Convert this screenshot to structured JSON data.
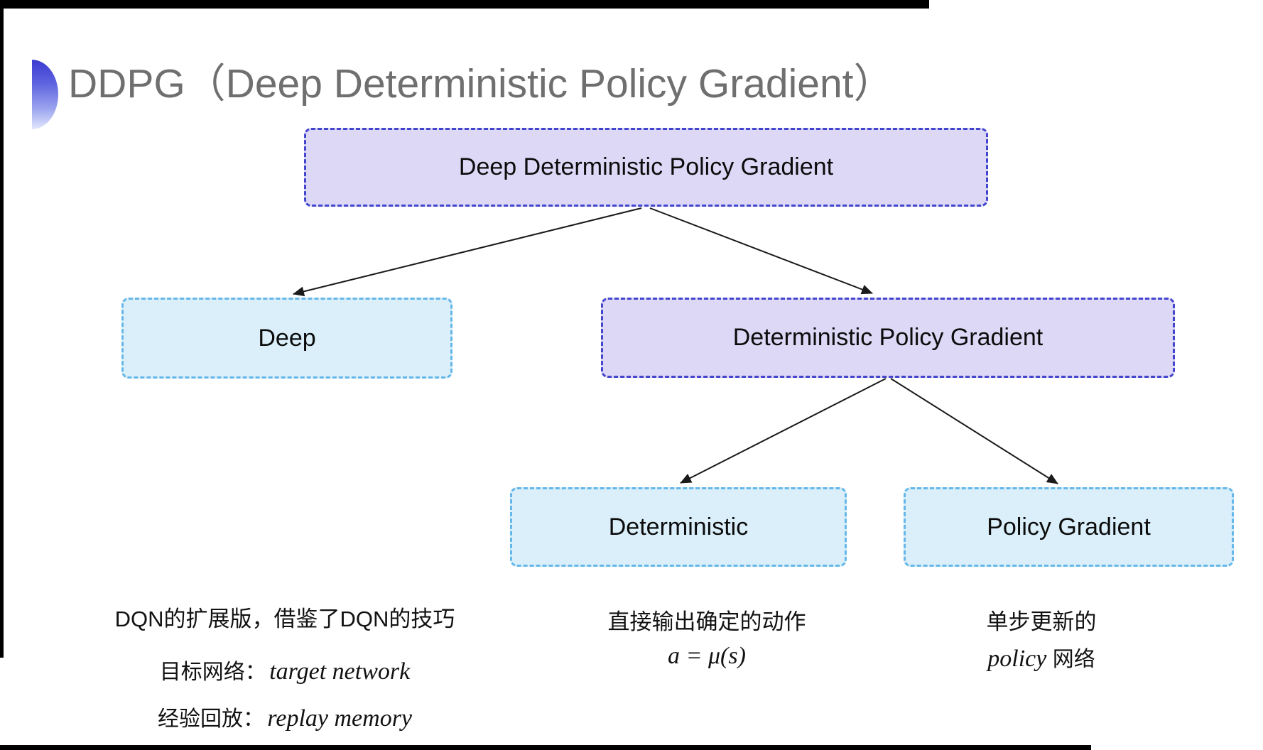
{
  "title": {
    "text": "DDPG（Deep Deterministic Policy Gradient）",
    "bullet_icon": "half-circle-gradient"
  },
  "colors": {
    "purple_fill": "#dcd8f5",
    "purple_border": "#4345cd",
    "cyan_fill": "#daeffa",
    "cyan_border": "#64b7e8",
    "title_gray": "#6f6f6f",
    "text_black": "#121212",
    "arrow": "#1a1a1a",
    "bullet_gradient_top": "#3a3ad0",
    "bullet_gradient_bottom": "#e2e7fc"
  },
  "tree": {
    "root": {
      "label": "Deep Deterministic Policy Gradient"
    },
    "children": [
      {
        "label": "Deep"
      },
      {
        "label": "Deterministic Policy Gradient",
        "children": [
          {
            "label": "Deterministic"
          },
          {
            "label": "Policy Gradient"
          }
        ]
      }
    ]
  },
  "notes": {
    "dqn": {
      "line1": "DQN的扩展版，借鉴了DQN的技巧",
      "target_label": "目标网络：",
      "target_value": "target network",
      "replay_label": "经验回放：",
      "replay_value": "replay memory"
    },
    "deterministic": {
      "line1": "直接输出确定的动作",
      "formula": "a = μ(s)"
    },
    "policy": {
      "line1": "单步更新的",
      "value_italic": "policy",
      "value_suffix": " 网络"
    }
  }
}
